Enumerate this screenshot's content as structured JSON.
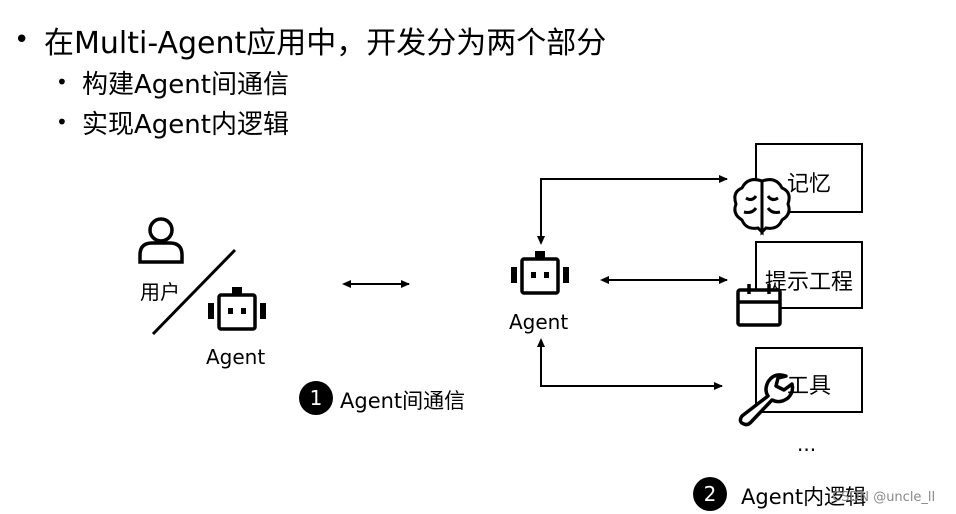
{
  "bullets": {
    "main": "在Multi-Agent应用中，开发分为两个部分",
    "sub": [
      "构建Agent间通信",
      "实现Agent内逻辑"
    ],
    "marker": "•"
  },
  "left_group": {
    "user_label": "用户",
    "agent_label": "Agent"
  },
  "center_agent": {
    "label": "Agent"
  },
  "modules": {
    "memory": "记忆",
    "prompt": "提示工程",
    "tools": "工具",
    "more": "..."
  },
  "captions": {
    "c1_number": "1",
    "c1_text": "Agent间通信",
    "c2_number": "2",
    "c2_text": "Agent内逻辑"
  },
  "watermark": "CSDN @uncle_ll",
  "icons": [
    "user-icon",
    "robot-icon",
    "brain-icon",
    "calendar-icon",
    "wrench-icon"
  ]
}
